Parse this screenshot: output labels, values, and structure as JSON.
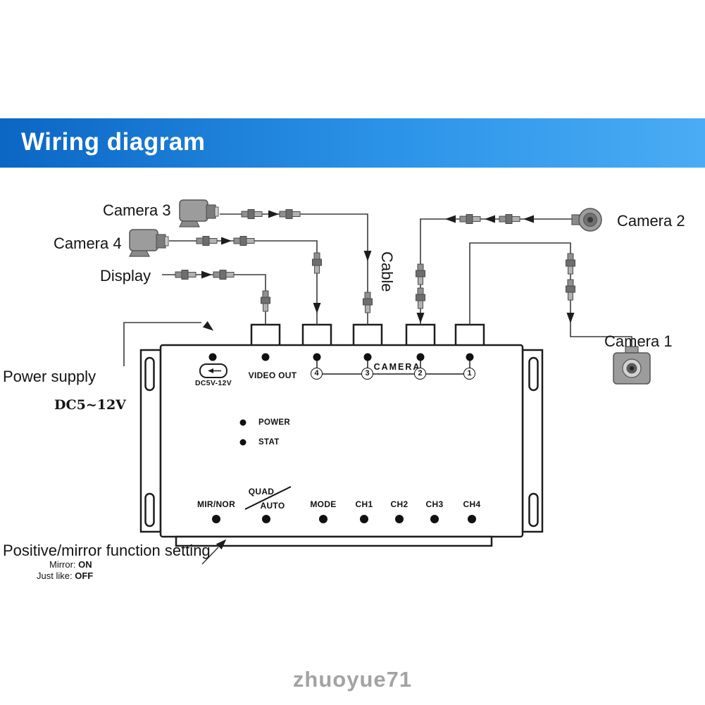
{
  "header": {
    "title": "Wiring diagram"
  },
  "labels": {
    "camera3": "Camera 3",
    "camera4": "Camera 4",
    "display": "Display",
    "camera2": "Camera 2",
    "camera1": "Camera 1",
    "cable": "Cable",
    "power_supply": "Power supply",
    "power_voltage": "DC5~12V",
    "mirror_setting": "Positive/mirror function setting",
    "mirror_label": "Mirror:",
    "mirror_value": "ON",
    "justlike_label": "Just like:",
    "justlike_value": "OFF"
  },
  "device": {
    "power_port_label": "DC5V-12V",
    "video_out_label": "VIDEO OUT",
    "camera_group_label": "CAMERA",
    "channel_marks": [
      "4",
      "3",
      "2",
      "1"
    ],
    "leds": {
      "power": "POWER",
      "stat": "STAT"
    },
    "buttons": {
      "mir_nor": "MIR/NOR",
      "quad": "QUAD",
      "auto": "AUTO",
      "mode": "MODE",
      "ch1": "CH1",
      "ch2": "CH2",
      "ch3": "CH3",
      "ch4": "CH4"
    }
  },
  "watermark": "zhuoyue71",
  "colors": {
    "banner_from": "#0b66c4",
    "banner_to": "#4aacf4"
  }
}
